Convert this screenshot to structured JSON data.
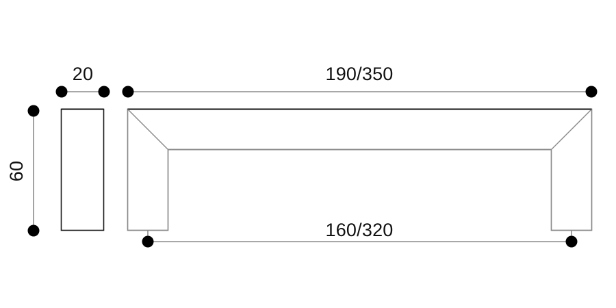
{
  "drawing": {
    "title": "Handle dimension drawing",
    "background_color": "#ffffff",
    "line_color_outline": "#1a1a1a",
    "line_color_inner": "#888888",
    "dimension_line_color": "#8c8c8c",
    "marker_color": "#000000",
    "text_color": "#111111"
  },
  "dimensions": {
    "side_width": {
      "label": "20",
      "orientation": "horizontal",
      "position": "top-left"
    },
    "overall_length": {
      "label": "190/350",
      "orientation": "horizontal",
      "position": "top"
    },
    "center_distance": {
      "label": "160/320",
      "orientation": "horizontal",
      "position": "bottom"
    },
    "height": {
      "label": "60",
      "orientation": "vertical",
      "position": "left"
    }
  },
  "views": {
    "side_view": {
      "name": "side-profile-rectangle"
    },
    "front_view": {
      "name": "handle-front-profile"
    }
  }
}
